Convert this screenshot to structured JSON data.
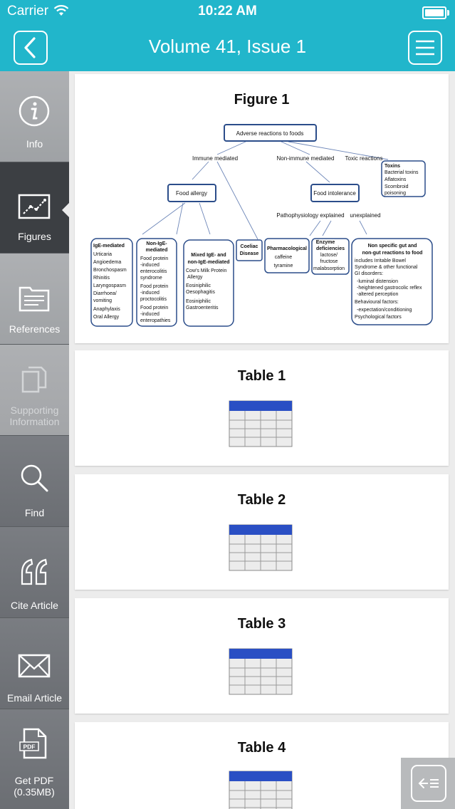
{
  "status": {
    "carrier": "Carrier",
    "time": "10:22 AM"
  },
  "navbar": {
    "title": "Volume 41, Issue 1",
    "back_icon": "chevron-left-icon",
    "menu_icon": "hamburger-menu-icon"
  },
  "sidebar": {
    "items": [
      {
        "label": "Info",
        "icon": "info-icon"
      },
      {
        "label": "Figures",
        "icon": "chart-icon"
      },
      {
        "label": "References",
        "icon": "folder-list-icon"
      },
      {
        "label": "Supporting Information",
        "icon": "documents-icon"
      },
      {
        "label": "Find",
        "icon": "search-icon"
      },
      {
        "label": "Cite Article",
        "icon": "quote-icon"
      },
      {
        "label": "Email Article",
        "icon": "envelope-icon"
      },
      {
        "label": "Get PDF (0.35MB)",
        "icon": "pdf-icon"
      }
    ]
  },
  "figure": {
    "title": "Figure 1",
    "root": "Adverse reactions to foods",
    "branch_immune": "Immune mediated",
    "branch_nonimmune": "Non-immune mediated",
    "branch_toxic": "Toxic reactions",
    "toxins": [
      "Toxins",
      "Bacterial toxins",
      "Aflatoxins",
      "Scombroid",
      "poisoning"
    ],
    "food_allergy": "Food allergy",
    "food_intolerance": "Food intolerance",
    "patho_explained": "Pathophysiology explained",
    "unexplained": "unexplained",
    "ige": [
      "IgE-mediated",
      "Urticaria",
      "Angioedema",
      "Bronchospasm",
      "Rhinitis",
      "Laryngospasm",
      "Diarrhoea/",
      "vomiting",
      "Anaphylaxis",
      "Oral Allergy"
    ],
    "nonige": [
      "Non-IgE-",
      "mediated",
      "Food protein",
      "-induced",
      "enterocolitis",
      "syndrome",
      "Food protein",
      "-induced",
      "proctocolitis",
      "Food protein",
      "-induced",
      "enteropathies"
    ],
    "mixed": [
      "Mixed IgE- and",
      "non-IgE-mediated",
      "Cow's Milk Protein",
      "Allergy",
      "Eosiniphilic",
      "Oesophagitis",
      "Eosiniphilic",
      "Gastroenteritis"
    ],
    "coeliac": [
      "Coeliac",
      "Disease"
    ],
    "pharma": [
      "Pharmacological",
      "caffeine",
      "tyramine"
    ],
    "enzyme": [
      "Enzyme",
      "deficiencies",
      "lactose/",
      "fructose",
      "malabsorption"
    ],
    "nonspecific": [
      "Non specific gut and",
      "non-gut reactions to food",
      "includes Irritable Bowel",
      "Syndrome & other functional",
      "GI  disorders:",
      "-luminal distension",
      "-heightened gastrocolic reflex",
      "-altered perception",
      "Behavioural factors:",
      "-expectation/conditioning",
      "Psychological factors"
    ]
  },
  "tables": [
    {
      "title": "Table 1",
      "icon": "table-icon"
    },
    {
      "title": "Table 2",
      "icon": "table-icon"
    },
    {
      "title": "Table 3",
      "icon": "table-icon"
    },
    {
      "title": "Table 4",
      "icon": "table-icon"
    }
  ],
  "float_button_icon": "collapse-sidebar-icon",
  "colors": {
    "accent": "#21b6cb",
    "sidebar": "#6b6e73",
    "sidebar_active": "#3c3f43",
    "table_header": "#2a4fc4"
  }
}
